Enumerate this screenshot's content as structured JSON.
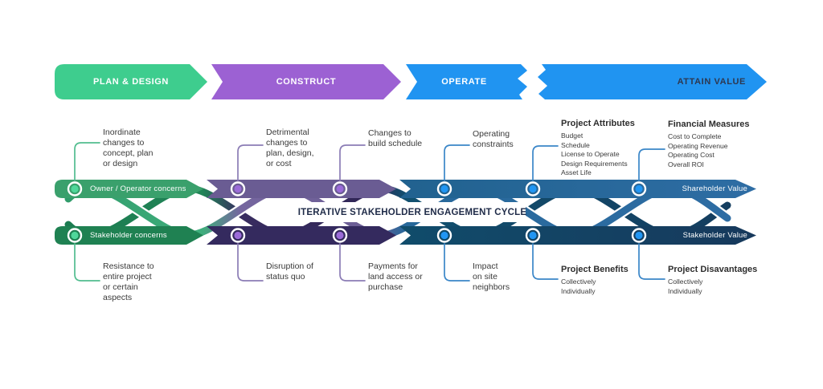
{
  "title": "Iterative Stakeholder Engagement Cycle diagram",
  "colors": {
    "phase_green": "#3ECD8E",
    "phase_purple": "#9C61D3",
    "phase_blue": "#2094F1",
    "band_top_green": "#3AA06C",
    "band_top_purple": "#6A5C93",
    "band_top_blue": "#2E6DA4",
    "band_bottom_green": "#1F8152",
    "band_bottom_purple": "#342A5E",
    "band_bottom_blue": "#16395B",
    "marker_green": "#4FD79A",
    "marker_purple": "#9B6BD8",
    "marker_blue": "#2196F3",
    "center_title_navy": "#1F2B48"
  },
  "phases": [
    {
      "label": "PLAN & DESIGN",
      "color": "#3ECD8E",
      "text_color": "#FFFFFF"
    },
    {
      "label": "CONSTRUCT",
      "color": "#9C61D3",
      "text_color": "#FFFFFF"
    },
    {
      "label": "OPERATE",
      "color": "#2094F1",
      "text_color": "#FFFFFF"
    },
    {
      "label": "ATTAIN VALUE",
      "color": "#2094F1",
      "text_color": "#2E3850"
    }
  ],
  "center_title": "ITERATIVE STAKEHOLDER ENGAGEMENT CYCLE",
  "bands": {
    "top": {
      "start_label": "Owner / Operator concerns",
      "end_label": "Shareholder Value"
    },
    "bottom": {
      "start_label": "Stakeholder concerns",
      "end_label": "Stakeholder Value"
    }
  },
  "top_callouts": [
    {
      "text": "Inordinate\nchanges to\nconcept, plan\nor design"
    },
    {
      "text": "Detrimental\nchanges to\nplan, design,\nor cost"
    },
    {
      "text": "Changes to\nbuild schedule"
    },
    {
      "text": "Operating\nconstraints"
    },
    {
      "title": "Project Attributes",
      "items": [
        "Budget",
        "Schedule",
        "License to Operate",
        "Design Requirements",
        "Asset Life"
      ]
    },
    {
      "title": "Financial Measures",
      "items": [
        "Cost to Complete",
        "Operating Revenue",
        "Operating Cost",
        "Overall ROI"
      ]
    }
  ],
  "bottom_callouts": [
    {
      "text": "Resistance to\nentire project\nor certain\naspects"
    },
    {
      "text": "Disruption of\nstatus quo"
    },
    {
      "text": "Payments for\nland access or\npurchase"
    },
    {
      "text": "Impact\non site\nneighbors"
    },
    {
      "title": "Project Benefits",
      "items": [
        "Collectively",
        "Individually"
      ]
    },
    {
      "title": "Project Disavantages",
      "items": [
        "Collectively",
        "Individually"
      ]
    }
  ]
}
